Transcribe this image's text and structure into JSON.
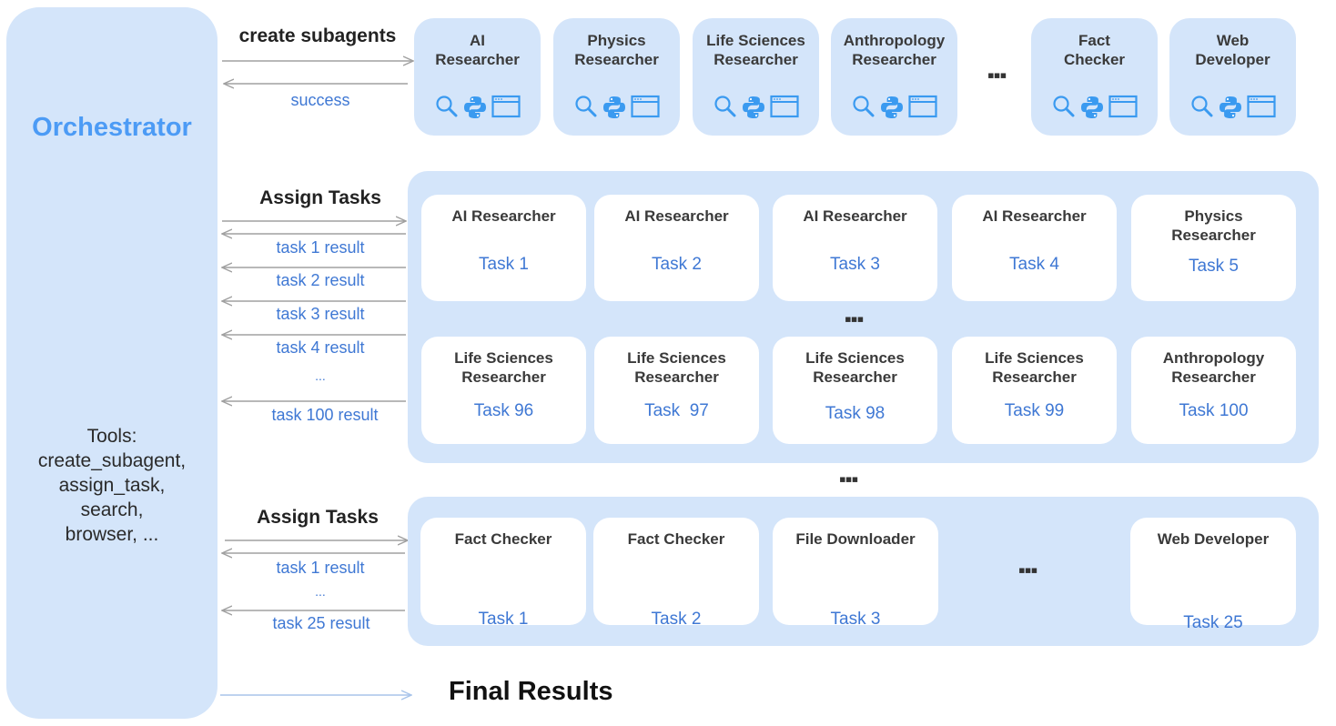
{
  "orchestrator": {
    "title": "Orchestrator",
    "tools_label": "Tools:",
    "tools": [
      "create_subagent,",
      "assign_task,",
      "search,",
      "browser, ..."
    ]
  },
  "create_phase": {
    "label": "create subagents",
    "response": "success",
    "agents": [
      {
        "name_line1": "AI",
        "name_line2": "Researcher",
        "tools": [
          "search-icon",
          "python-icon",
          "browser-window-icon"
        ]
      },
      {
        "name_line1": "Physics",
        "name_line2": "Researcher",
        "tools": [
          "search-icon",
          "python-icon",
          "browser-window-icon"
        ]
      },
      {
        "name_line1": "Life Sciences",
        "name_line2": "Researcher",
        "tools": [
          "search-icon",
          "python-icon",
          "browser-window-icon"
        ]
      },
      {
        "name_line1": "Anthropology",
        "name_line2": "Researcher",
        "tools": [
          "search-icon",
          "python-icon",
          "browser-window-icon"
        ]
      },
      {
        "name_line1": "Fact",
        "name_line2": "Checker",
        "tools": [
          "search-icon",
          "python-icon",
          "browser-window-icon"
        ]
      },
      {
        "name_line1": "Web",
        "name_line2": "Developer",
        "tools": [
          "search-icon",
          "python-icon",
          "browser-window-icon"
        ]
      }
    ],
    "ellipsis": "▪▪▪"
  },
  "batch1": {
    "label": "Assign Tasks",
    "results": [
      "task 1 result",
      "task 2 result",
      "task 3 result",
      "task 4 result",
      "...",
      "task 100 result"
    ],
    "row1": [
      {
        "role": "AI Researcher",
        "task": "Task 1"
      },
      {
        "role": "AI Researcher",
        "task": "Task 2"
      },
      {
        "role": "AI Researcher",
        "task": "Task 3"
      },
      {
        "role": "AI Researcher",
        "task": "Task 4"
      },
      {
        "role": "Physics\nResearcher",
        "task": "Task 5"
      }
    ],
    "row2": [
      {
        "role": "Life Sciences\nResearcher",
        "task": "Task 96"
      },
      {
        "role": "Life Sciences\nResearcher",
        "task": "Task  97"
      },
      {
        "role": "Life Sciences\nResearcher",
        "task": "Task 98"
      },
      {
        "role": "Life Sciences\nResearcher",
        "task": "Task 99"
      },
      {
        "role": "Anthropology\nResearcher",
        "task": "Task 100"
      }
    ],
    "ellipsis": "▪▪▪"
  },
  "between_batches_ellipsis": "▪▪▪",
  "batch2": {
    "label": "Assign Tasks",
    "results": [
      "task 1 result",
      "...",
      "task 25 result"
    ],
    "cards": [
      {
        "role": "Fact Checker",
        "task": "Task 1"
      },
      {
        "role": "Fact Checker",
        "task": "Task 2"
      },
      {
        "role": "File Downloader",
        "task": "Task 3"
      },
      {
        "role": "Web Developer",
        "task": "Task 25"
      }
    ],
    "ellipsis": "▪▪▪"
  },
  "final": {
    "label": "Final Results"
  },
  "colors": {
    "panel": "#d4e5fa",
    "orchestrator_title": "#4c9bf5",
    "task_text": "#3f78d4",
    "icon": "#3a9af0",
    "arrow": "#a0a0a0",
    "final_arrow": "#a8c4ea"
  }
}
